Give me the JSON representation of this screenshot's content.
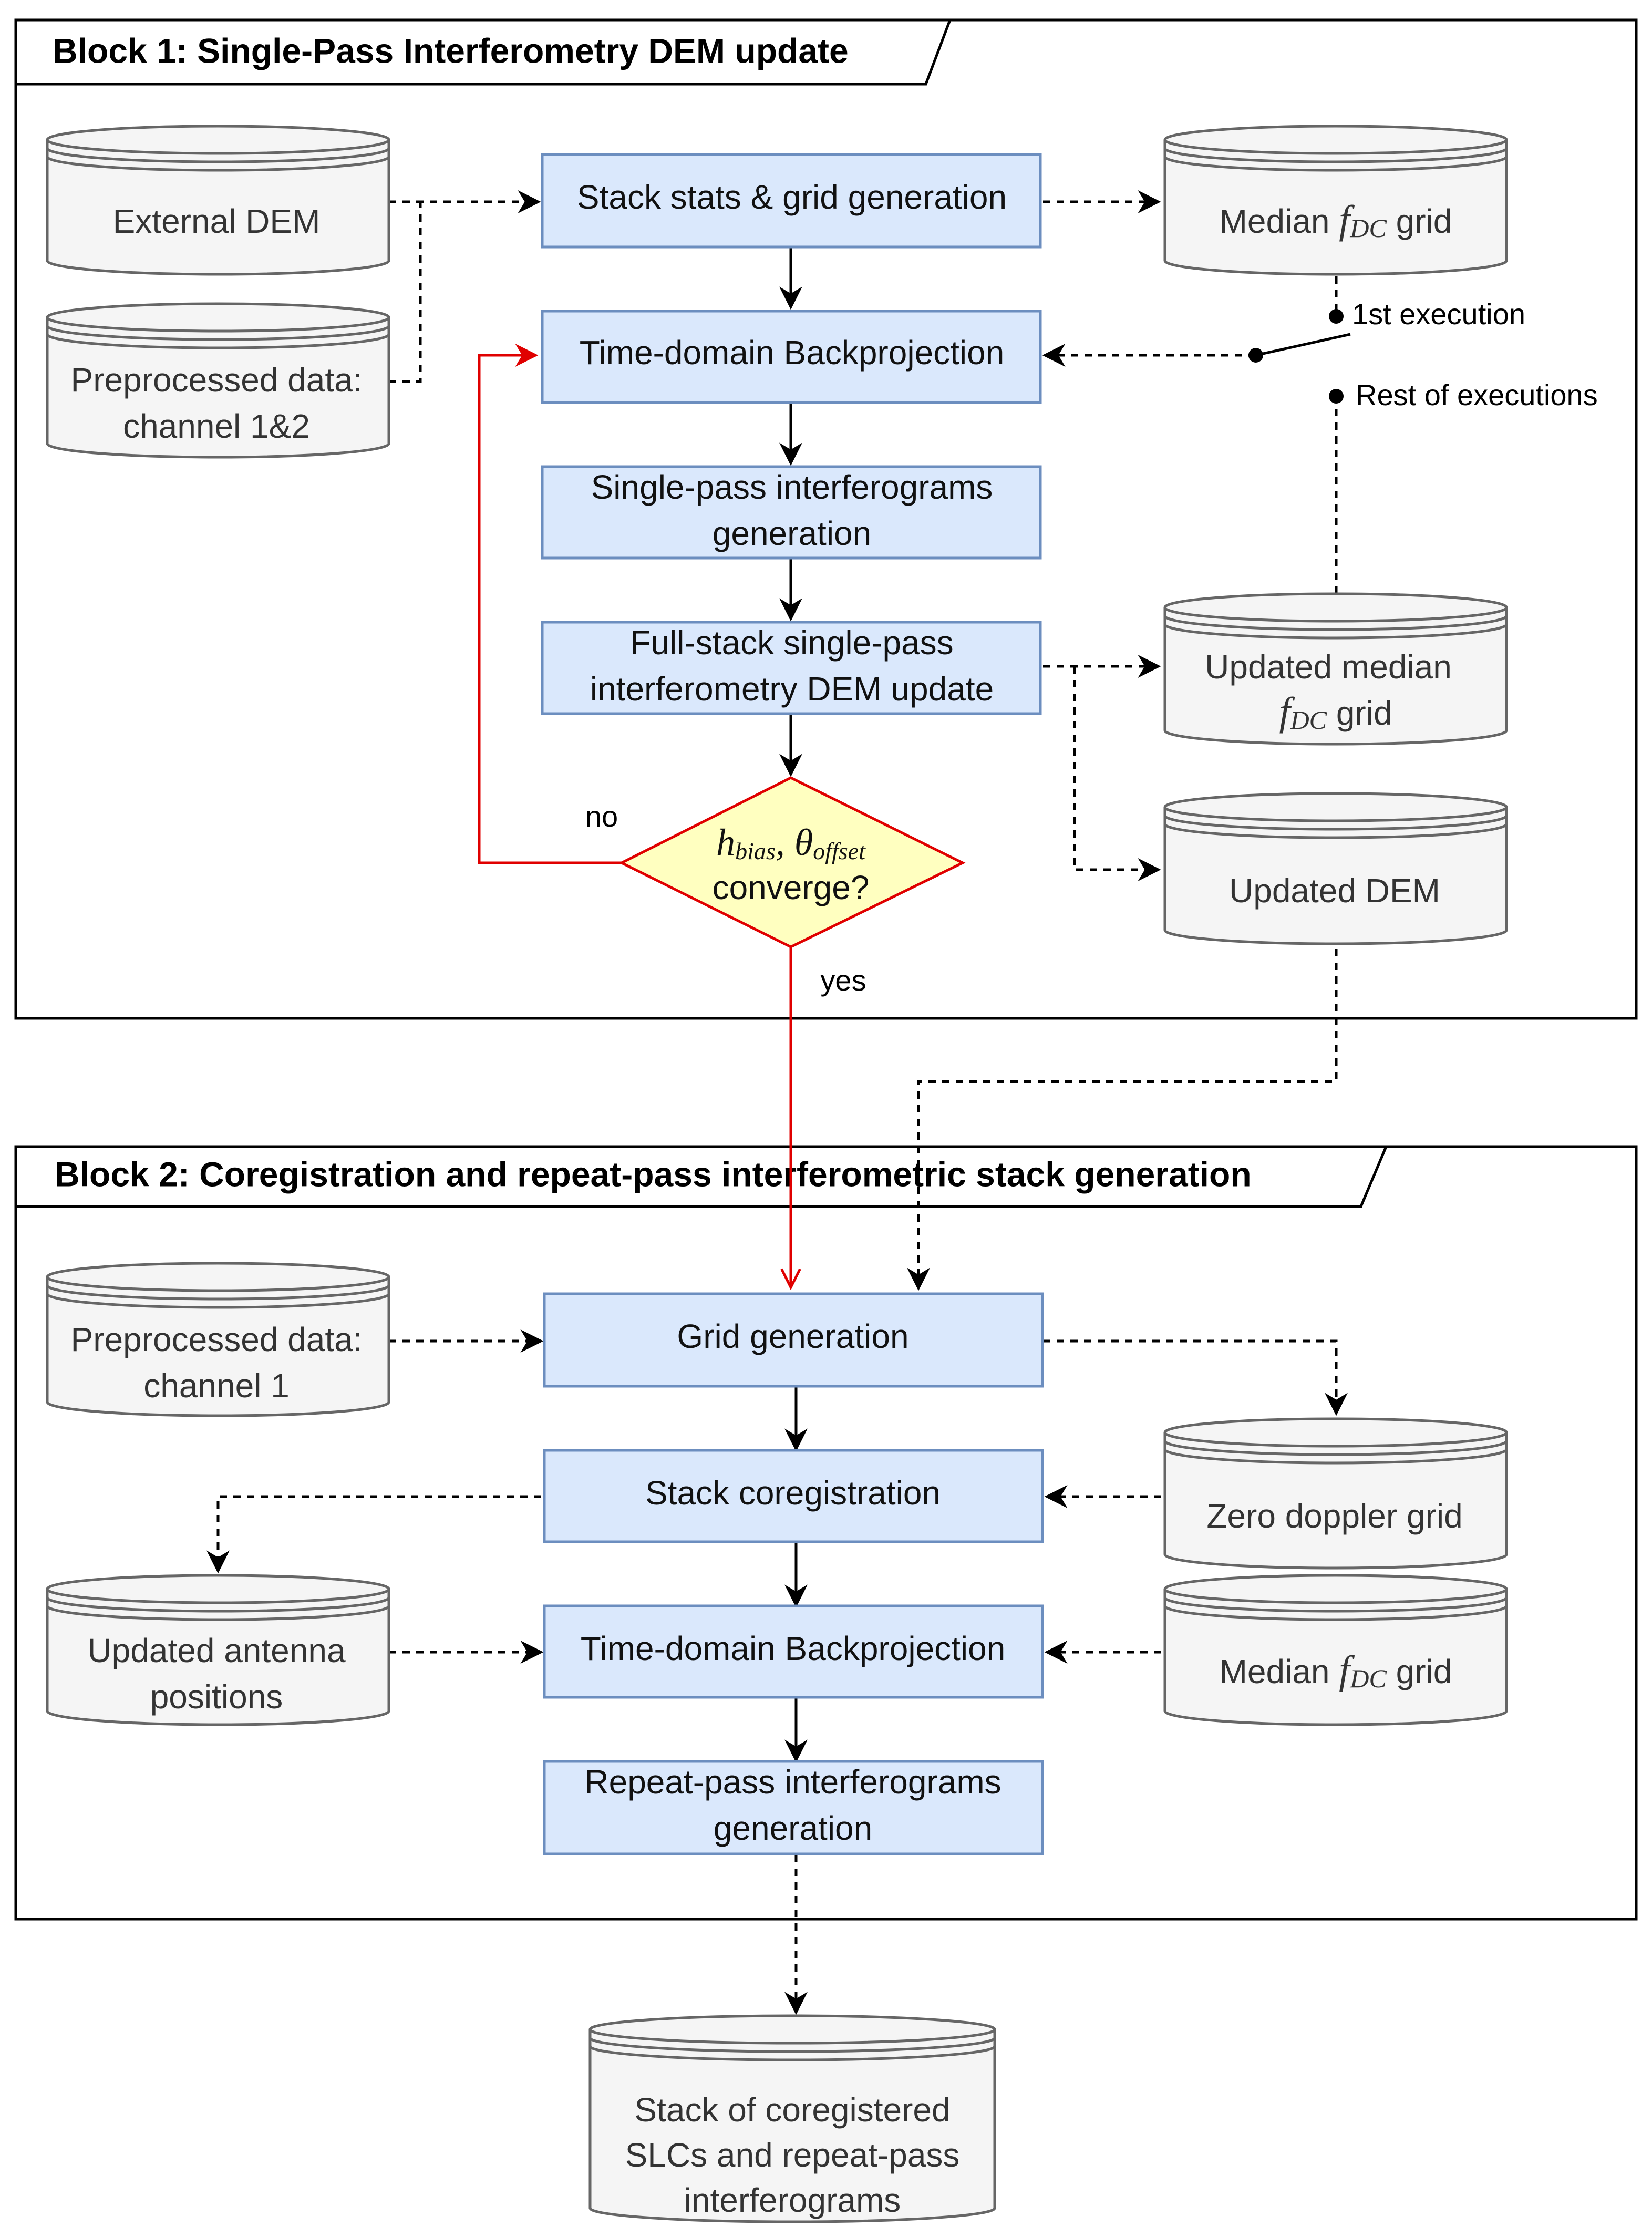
{
  "block1": {
    "title": "Block 1: Single-Pass Interferometry DEM update",
    "stores": {
      "external_dem": [
        "External DEM"
      ],
      "preprocessed_12": [
        "Preprocessed data:",
        "channel 1&2"
      ],
      "median_grid": {
        "prefix": "Median ",
        "math": "f",
        "sub": "DC",
        "suffix": " grid"
      },
      "updated_median_grid": {
        "line1": "Updated median",
        "math": "f",
        "sub": "DC",
        "suffix": " grid"
      },
      "updated_dem": [
        "Updated DEM"
      ]
    },
    "processes": {
      "stack_stats": [
        "Stack stats & grid generation"
      ],
      "backprojection": [
        "Time-domain Backprojection"
      ],
      "sp_interferograms": [
        "Single-pass interferograms",
        "generation"
      ],
      "fullstack_update": [
        "Full-stack single-pass",
        "interferometry DEM update"
      ]
    },
    "decision": {
      "math_h": "h",
      "sub_h": "bias",
      "math_theta": "θ",
      "sub_theta": "offset",
      "line2": "converge?",
      "no_label": "no",
      "yes_label": "yes"
    },
    "switch": {
      "first": "1st execution",
      "rest": "Rest of executions"
    }
  },
  "block2": {
    "title": "Block 2: Coregistration and repeat-pass interferometric stack generation",
    "stores": {
      "preprocessed_1": [
        "Preprocessed data:",
        "channel 1"
      ],
      "zero_doppler": [
        "Zero doppler grid"
      ],
      "updated_antenna": [
        "Updated antenna",
        "positions"
      ],
      "median_grid": {
        "prefix": "Median ",
        "math": "f",
        "sub": "DC",
        "suffix": " grid"
      }
    },
    "processes": {
      "grid_generation": [
        "Grid generation"
      ],
      "stack_coreg": [
        "Stack coregistration"
      ],
      "backprojection": [
        "Time-domain Backprojection"
      ],
      "rp_interferograms": [
        "Repeat-pass interferograms",
        "generation"
      ]
    }
  },
  "output": {
    "store": [
      "Stack of coregistered",
      "SLCs and repeat-pass",
      "interferograms"
    ]
  },
  "colors": {
    "process_fill": "#dae8fc",
    "process_stroke": "#6c8ebf",
    "decision_fill": "#ffffc0",
    "decision_stroke": "#e00000",
    "loop_arrow": "#e00000",
    "store_fill": "#f5f5f5",
    "store_stroke": "#666666"
  }
}
